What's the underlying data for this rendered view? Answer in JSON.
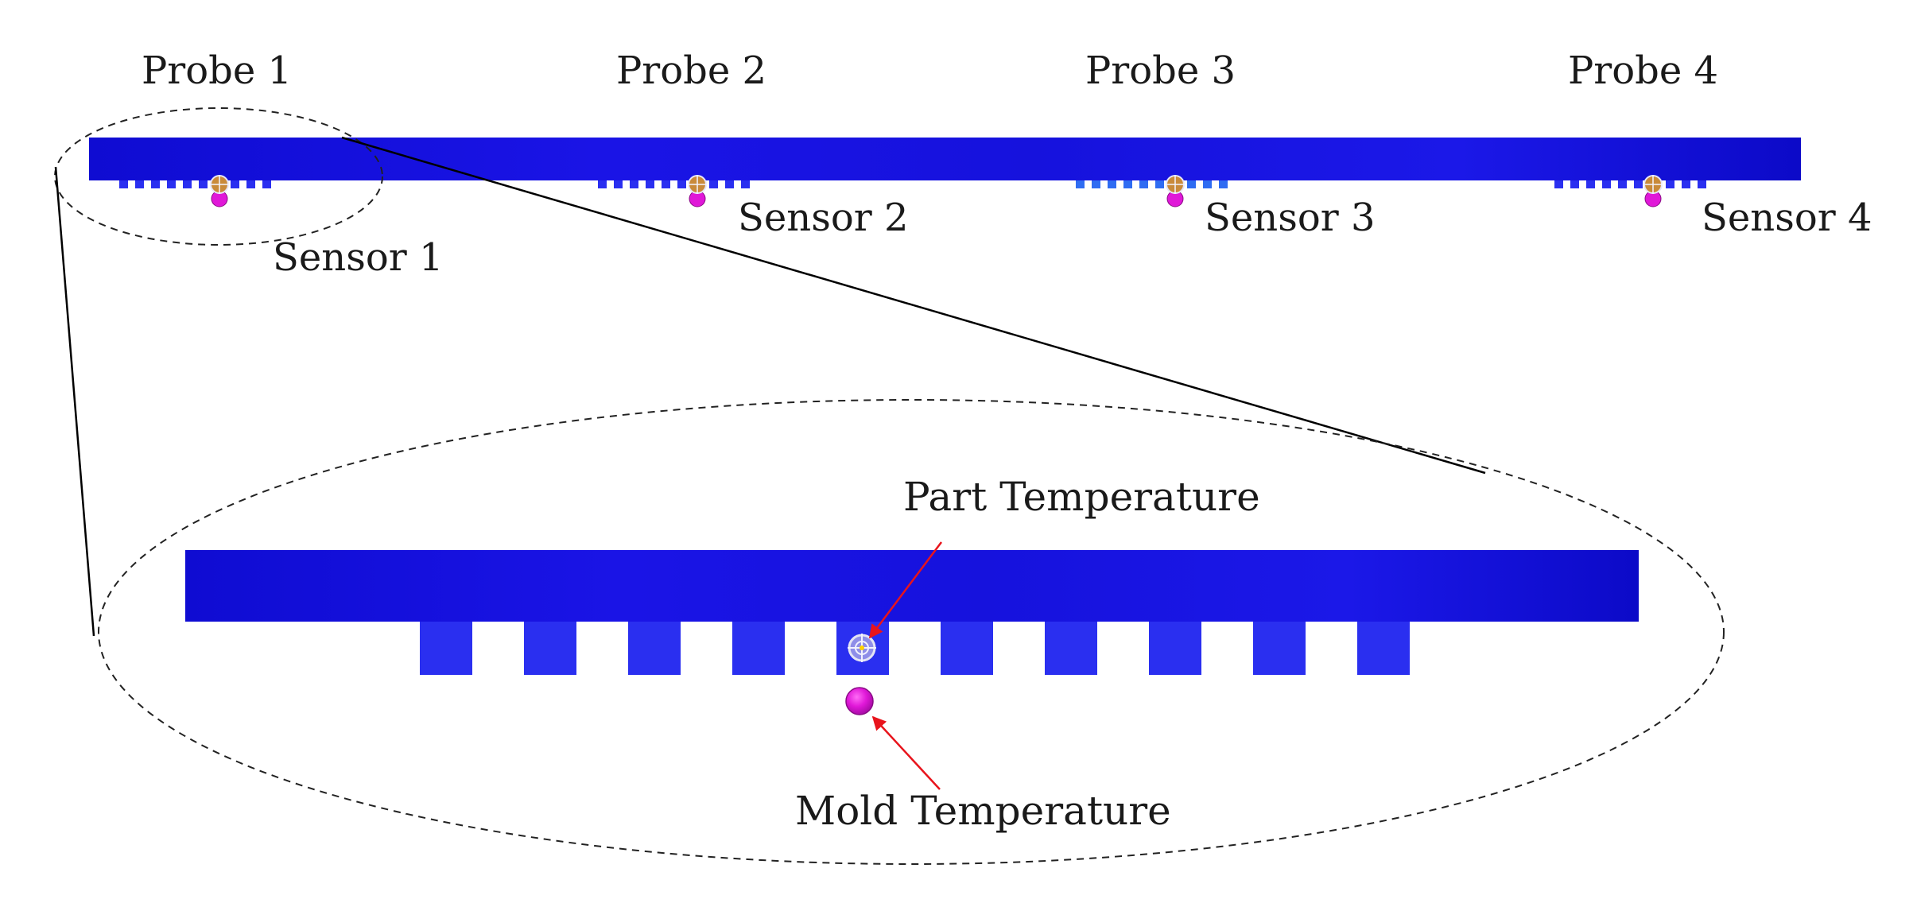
{
  "probes": [
    {
      "label": "Probe 1"
    },
    {
      "label": "Probe 2"
    },
    {
      "label": "Probe 3"
    },
    {
      "label": "Probe 4"
    }
  ],
  "sensors": [
    {
      "label": "Sensor 1"
    },
    {
      "label": "Sensor 2"
    },
    {
      "label": "Sensor 3"
    },
    {
      "label": "Sensor 4"
    }
  ],
  "zoom": {
    "part_temperature_label": "Part Temperature",
    "mold_temperature_label": "Mold Temperature",
    "rib_count": 10
  },
  "colors": {
    "part_blue": "#1a14e6",
    "part_blue_dark": "#0d0acf",
    "rib_blue": "#2a2ff0",
    "mold_marker": "#e018d8",
    "arrow_red": "#e8141c",
    "leader_line": "#000000",
    "dashed_ellipse": "#222222"
  },
  "icons": {
    "part_sensor": "crosshair-circle-icon",
    "mold_sensor": "filled-circle-icon"
  }
}
